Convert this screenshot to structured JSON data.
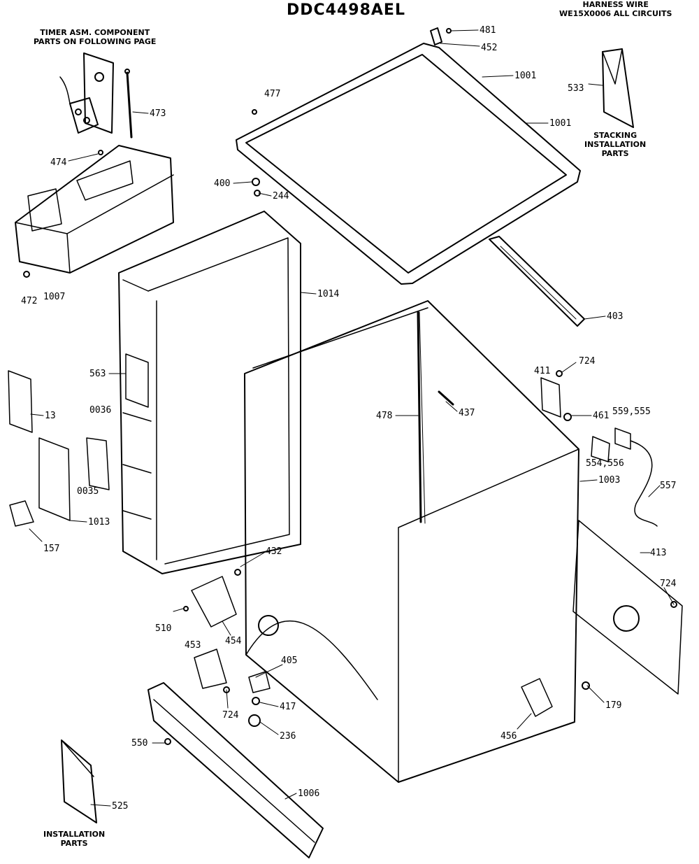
{
  "title": "DDC4498AEL",
  "notes": {
    "timer": [
      "TIMER ASM. COMPONENT",
      "PARTS ON FOLLOWING PAGE"
    ],
    "harness": [
      "HARNESS WIRE",
      "WE15X0006 ALL CIRCUITS"
    ],
    "stacking": [
      "STACKING",
      "INSTALLATION",
      "PARTS"
    ],
    "installation": [
      "INSTALLATION",
      "PARTS"
    ]
  },
  "callouts": [
    {
      "id": "481",
      "label": "481"
    },
    {
      "id": "452",
      "label": "452"
    },
    {
      "id": "1001a",
      "label": "1001"
    },
    {
      "id": "1001b",
      "label": "1001"
    },
    {
      "id": "533",
      "label": "533"
    },
    {
      "id": "473",
      "label": "473"
    },
    {
      "id": "477",
      "label": "477"
    },
    {
      "id": "474",
      "label": "474"
    },
    {
      "id": "400",
      "label": "400"
    },
    {
      "id": "244",
      "label": "244"
    },
    {
      "id": "472",
      "label": "472"
    },
    {
      "id": "1007",
      "label": "1007"
    },
    {
      "id": "1014",
      "label": "1014"
    },
    {
      "id": "403",
      "label": "403"
    },
    {
      "id": "724a",
      "label": "724"
    },
    {
      "id": "411",
      "label": "411"
    },
    {
      "id": "563",
      "label": "563"
    },
    {
      "id": "478",
      "label": "478"
    },
    {
      "id": "437",
      "label": "437"
    },
    {
      "id": "461",
      "label": "461"
    },
    {
      "id": "559",
      "label": "559,555"
    },
    {
      "id": "13",
      "label": "13"
    },
    {
      "id": "0036",
      "label": "0036"
    },
    {
      "id": "554",
      "label": "554,556"
    },
    {
      "id": "1003",
      "label": "1003"
    },
    {
      "id": "557",
      "label": "557"
    },
    {
      "id": "0035",
      "label": "0035"
    },
    {
      "id": "1013",
      "label": "1013"
    },
    {
      "id": "157",
      "label": "157"
    },
    {
      "id": "432",
      "label": "432"
    },
    {
      "id": "413",
      "label": "413"
    },
    {
      "id": "724b",
      "label": "724"
    },
    {
      "id": "510",
      "label": "510"
    },
    {
      "id": "454",
      "label": "454"
    },
    {
      "id": "453",
      "label": "453"
    },
    {
      "id": "405",
      "label": "405"
    },
    {
      "id": "179",
      "label": "179"
    },
    {
      "id": "724c",
      "label": "724"
    },
    {
      "id": "417",
      "label": "417"
    },
    {
      "id": "236",
      "label": "236"
    },
    {
      "id": "456",
      "label": "456"
    },
    {
      "id": "550",
      "label": "550"
    },
    {
      "id": "1006",
      "label": "1006"
    },
    {
      "id": "525",
      "label": "525"
    }
  ]
}
